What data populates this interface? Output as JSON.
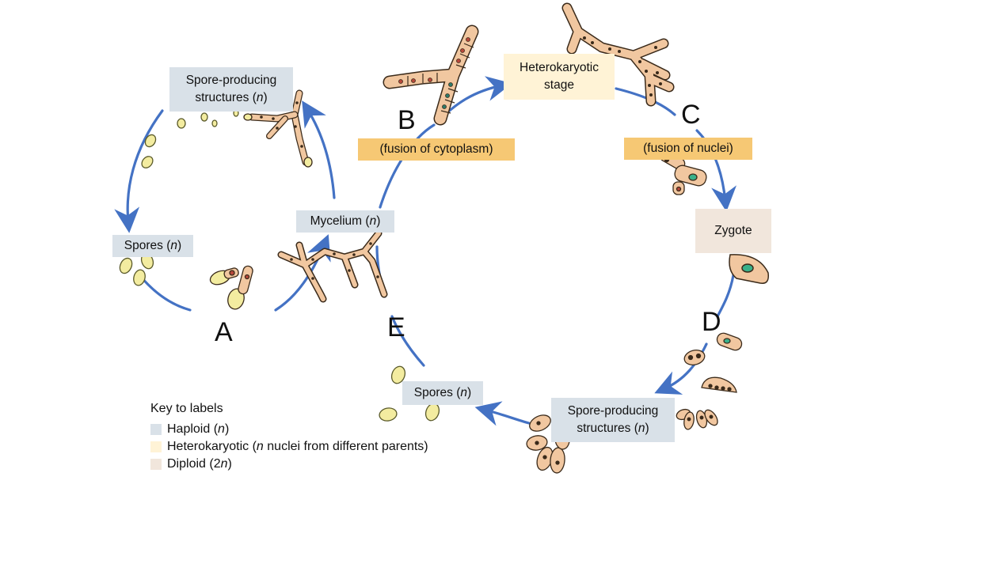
{
  "labels": {
    "spore_struct_top": {
      "text": "Spore-producing structures (",
      "italic": "n",
      "end": ")"
    },
    "spores_left": {
      "text": "Spores (",
      "italic": "n",
      "end": ")"
    },
    "mycelium": {
      "text": "Mycelium (",
      "italic": "n",
      "end": ")"
    },
    "heterokaryotic": {
      "line1": "Heterokaryotic",
      "line2": "stage"
    },
    "zygote": "Zygote",
    "spores_bottom": {
      "text": "Spores (",
      "italic": "n",
      "end": ")"
    },
    "spore_struct_bottom": {
      "line1": "Spore-producing",
      "line2": "structures (",
      "italic": "n",
      "end": ")"
    },
    "fusion_cytoplasm": "(fusion of cytoplasm)",
    "fusion_nuclei": "(fusion of nuclei)"
  },
  "letters": {
    "a": "A",
    "b": "B",
    "c": "C",
    "d": "D",
    "e": "E"
  },
  "key": {
    "title": "Key to labels",
    "items": [
      {
        "pre": "Haploid (",
        "italic": "n",
        "post": ")",
        "color": "#d9e1e8"
      },
      {
        "pre": "Heterokaryotic (",
        "italic": "n",
        "post": " nuclei from different parents)",
        "color": "#fff3d6"
      },
      {
        "pre": "Diploid (2",
        "italic": "n",
        "post": ")",
        "color": "#f1e6dc"
      }
    ]
  },
  "colors": {
    "arrow": "#4472c4",
    "spore": "#f3eca0",
    "hypha": "#f1c7a0",
    "nucleus_teal": "#39b18a"
  }
}
